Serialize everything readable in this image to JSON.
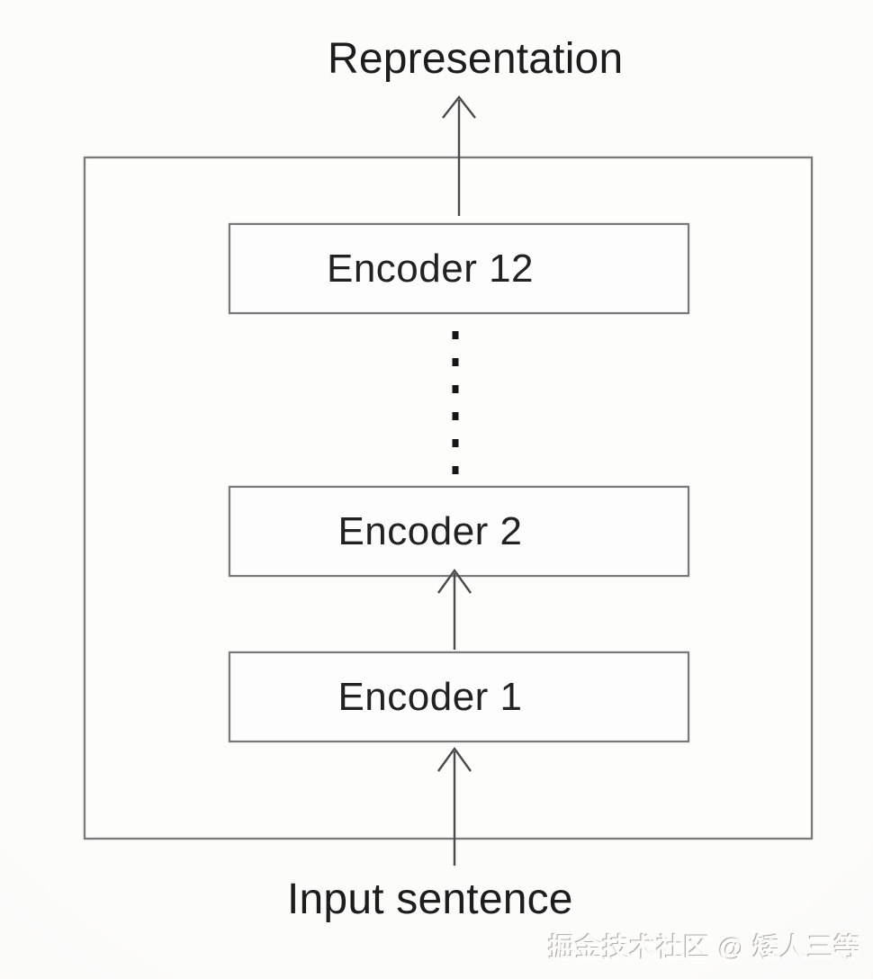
{
  "diagram": {
    "output_label": "Representation",
    "input_label": "Input sentence",
    "encoder_boxes": [
      {
        "label": "Encoder 12"
      },
      {
        "label": "Encoder 2"
      },
      {
        "label": "Encoder 1"
      }
    ],
    "watermark": "掘金技术社区 @ 矮人三等",
    "structure_note": "Stack of 12 encoders: input sentence feeds Encoder 1, arrows flow upward through Encoder 2, dotted ellipsis to Encoder 12, producing the output representation",
    "colors": {
      "background": "#f7f7f6",
      "box_fill": "#fdfdfd",
      "box_border": "#7a7a7a",
      "text": "#1d1d1d",
      "arrow": "#4a4a4a",
      "dotted_line": "#161616"
    }
  }
}
